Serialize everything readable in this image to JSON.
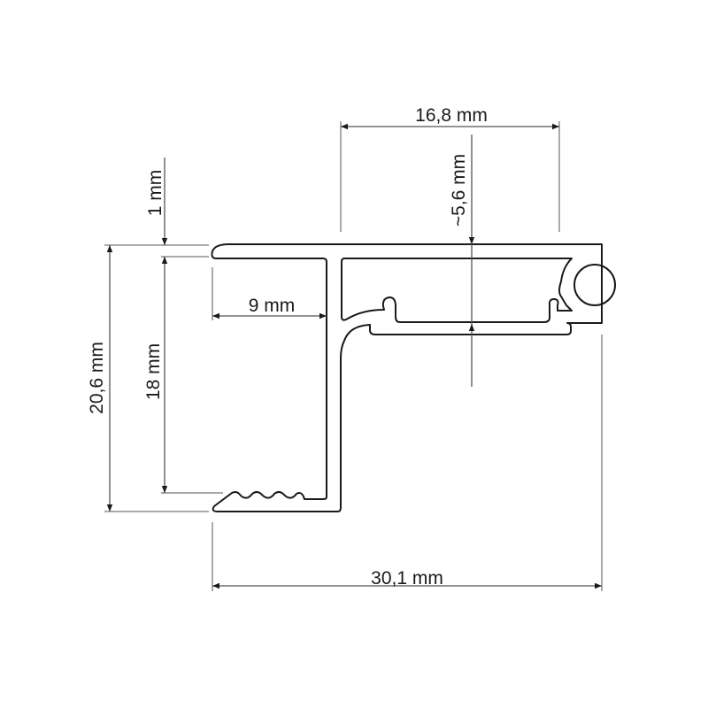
{
  "dimensions": {
    "top_width": "16,8 mm",
    "channel_depth": "~5,6 mm",
    "nose_thickness": "1 mm",
    "step_height": "18 mm",
    "total_height": "20,6 mm",
    "step_depth": "9 mm",
    "total_width": "30,1 mm"
  }
}
